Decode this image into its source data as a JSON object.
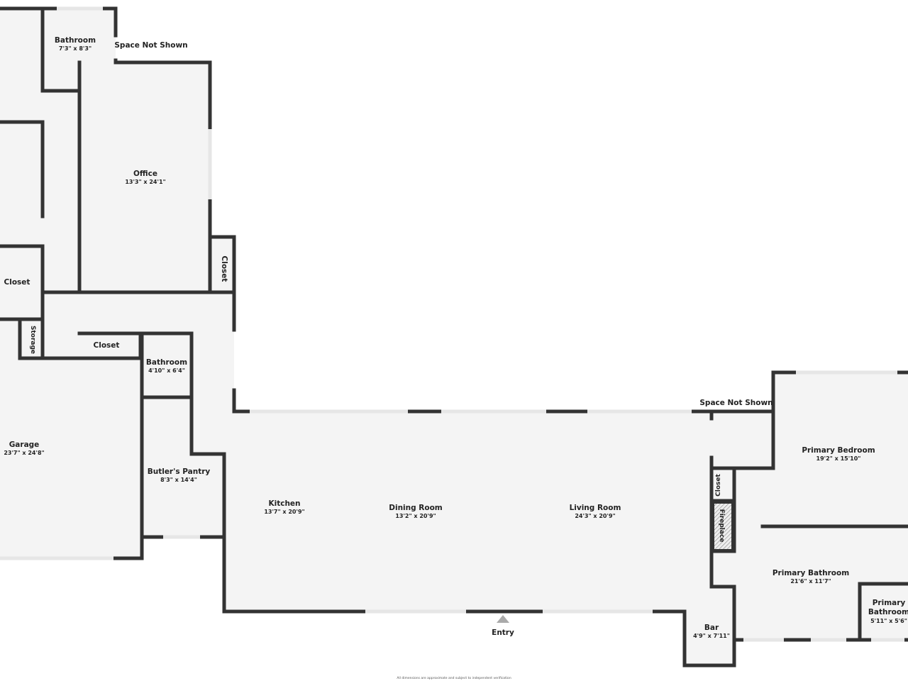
{
  "floor_plan": {
    "rooms": [
      {
        "name": "Bathroom",
        "dims": "7'3\" x 8'3\""
      },
      {
        "name": "Office",
        "dims": "13'3\" x 24'1\""
      },
      {
        "name": "Closet"
      },
      {
        "name": "Closet"
      },
      {
        "name": "Storage"
      },
      {
        "name": "Closet"
      },
      {
        "name": "Bathroom",
        "dims": "4'10\" x 6'4\""
      },
      {
        "name": "Garage",
        "dims": "23'7\" x 24'8\""
      },
      {
        "name": "Butler's Pantry",
        "dims": "8'3\" x 14'4\""
      },
      {
        "name": "Kitchen",
        "dims": "13'7\" x 20'9\""
      },
      {
        "name": "Dining Room",
        "dims": "13'2\" x 20'9\""
      },
      {
        "name": "Living Room",
        "dims": "24'3\" x 20'9\""
      },
      {
        "name": "Primary Bedroom",
        "dims": "19'2\" x 15'10\""
      },
      {
        "name": "Closet"
      },
      {
        "name": "Fireplace"
      },
      {
        "name": "Primary Bathroom",
        "dims": "21'6\" x 11'7\""
      },
      {
        "name": "Primary Bathroom",
        "dims": "5'11\" x 5'6\""
      },
      {
        "name": "Bar",
        "dims": "4'9\" x 7'11\""
      }
    ],
    "labels": {
      "space_not_shown_1": "Space Not Shown",
      "space_not_shown_2": "Space Not Shown",
      "entry": "Entry",
      "primary_word": "Primary",
      "bathroom_word": "Bathroom"
    },
    "disclaimer": "All dimensions are approximate and subject to independent verification"
  }
}
